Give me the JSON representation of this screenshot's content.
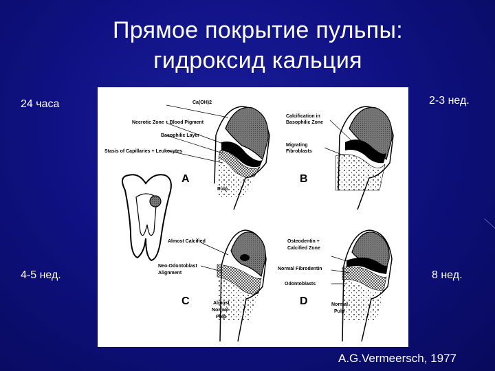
{
  "slide": {
    "title_line1": "Прямое покрытие пульпы:",
    "title_line2": "гидроксид кальция",
    "credit": "A.G.Vermeersch, 1977"
  },
  "time_labels": {
    "top_left": "24 часа",
    "top_right": "2-3 нед.",
    "bottom_left": "4-5 нед.",
    "bottom_right": "8 нед."
  },
  "figure": {
    "panel_a": {
      "letter": "A",
      "labels": [
        "Ca(OH)2",
        "Necrotic Zone + Blood Pigment",
        "Basophilic Layer",
        "Stasis of Capillaries + Leukocytes",
        "Pulp"
      ]
    },
    "panel_b": {
      "letter": "B",
      "labels": [
        "Calcification in",
        "Basophilic Zone",
        "Migrating",
        "Fibroblasts"
      ]
    },
    "panel_c": {
      "letter": "C",
      "labels": [
        "Almost Calcified",
        "Neo-Odontoblast",
        "Alignment",
        "Almost",
        "Normal",
        "Pulp"
      ]
    },
    "panel_d": {
      "letter": "D",
      "labels": [
        "Osteodentin +",
        "Calcified Zone",
        "Normal Fibrodentin",
        "Odontoblasts",
        "Normal",
        "Pulp"
      ]
    }
  },
  "colors": {
    "background": "#0f1183",
    "text": "#ffffff",
    "figure_bg": "#ffffff"
  }
}
